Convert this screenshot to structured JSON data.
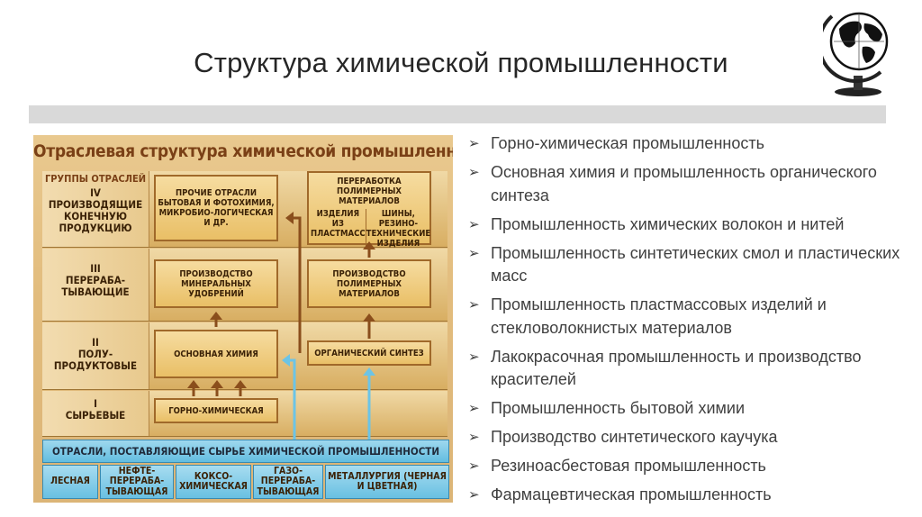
{
  "slide": {
    "title": "Структура химической промышленности"
  },
  "diagram": {
    "title": "Отраслевая структура химической промышленности",
    "groups_header": "Группы отраслей",
    "levels": [
      {
        "line1": "IV",
        "line2": "Производящие",
        "line3": "конечную",
        "line4": "продукцию"
      },
      {
        "line1": "III",
        "line2": "Перераба-",
        "line3": "тывающие"
      },
      {
        "line1": "II",
        "line2": "Полу-",
        "line3": "продуктовые"
      },
      {
        "line1": "I",
        "line2": "Сырьевые"
      }
    ],
    "boxes": {
      "other_industries": "Прочие отрасли бытовая и фотохимия, микробио-логическая и др.",
      "polymer_processing": "Переработка полимерных материалов",
      "plastics_products": "Изделия из пластмасс",
      "rubber_products": "Шины, резино-технические изделия",
      "mineral_fertilizers": "Производство минеральных удобрений",
      "polymer_production": "Производство полимерных материалов",
      "basic_chemistry": "Основная химия",
      "organic_synthesis": "Органический синтез",
      "mining_chemical": "Горно-химическая"
    },
    "suppliers_header": "Отрасли, поставляющие сырье химической промышленности",
    "suppliers": [
      "Лесная",
      "Нефте-перераба-тывающая",
      "Коксо-химическая",
      "Газо-перераба-тывающая",
      "Металлургия (черная и цветная)"
    ]
  },
  "bullets": [
    "Горно-химическая промышленность",
    "Основная химия и промышленность органического синтеза",
    "Промышленность химических волокон и нитей",
    "Промышленность синтетических смол и пластических масс",
    "Промышленность пластмассовых изделий и стекловолокнистых материалов",
    "Лакокрасочная промышленность и производство красителей",
    "Промышленность бытовой химии",
    "Производство синтетического каучука",
    "Резиноасбестовая промышленность",
    "Фармацевтическая промышленность"
  ],
  "bullet_marker": "➢",
  "icons": {
    "logo": "globe-icon"
  },
  "colors": {
    "arrow_up": "#8a4e1c",
    "arrow_supply": "#6cc4e6",
    "title_text": "#7a4016"
  }
}
